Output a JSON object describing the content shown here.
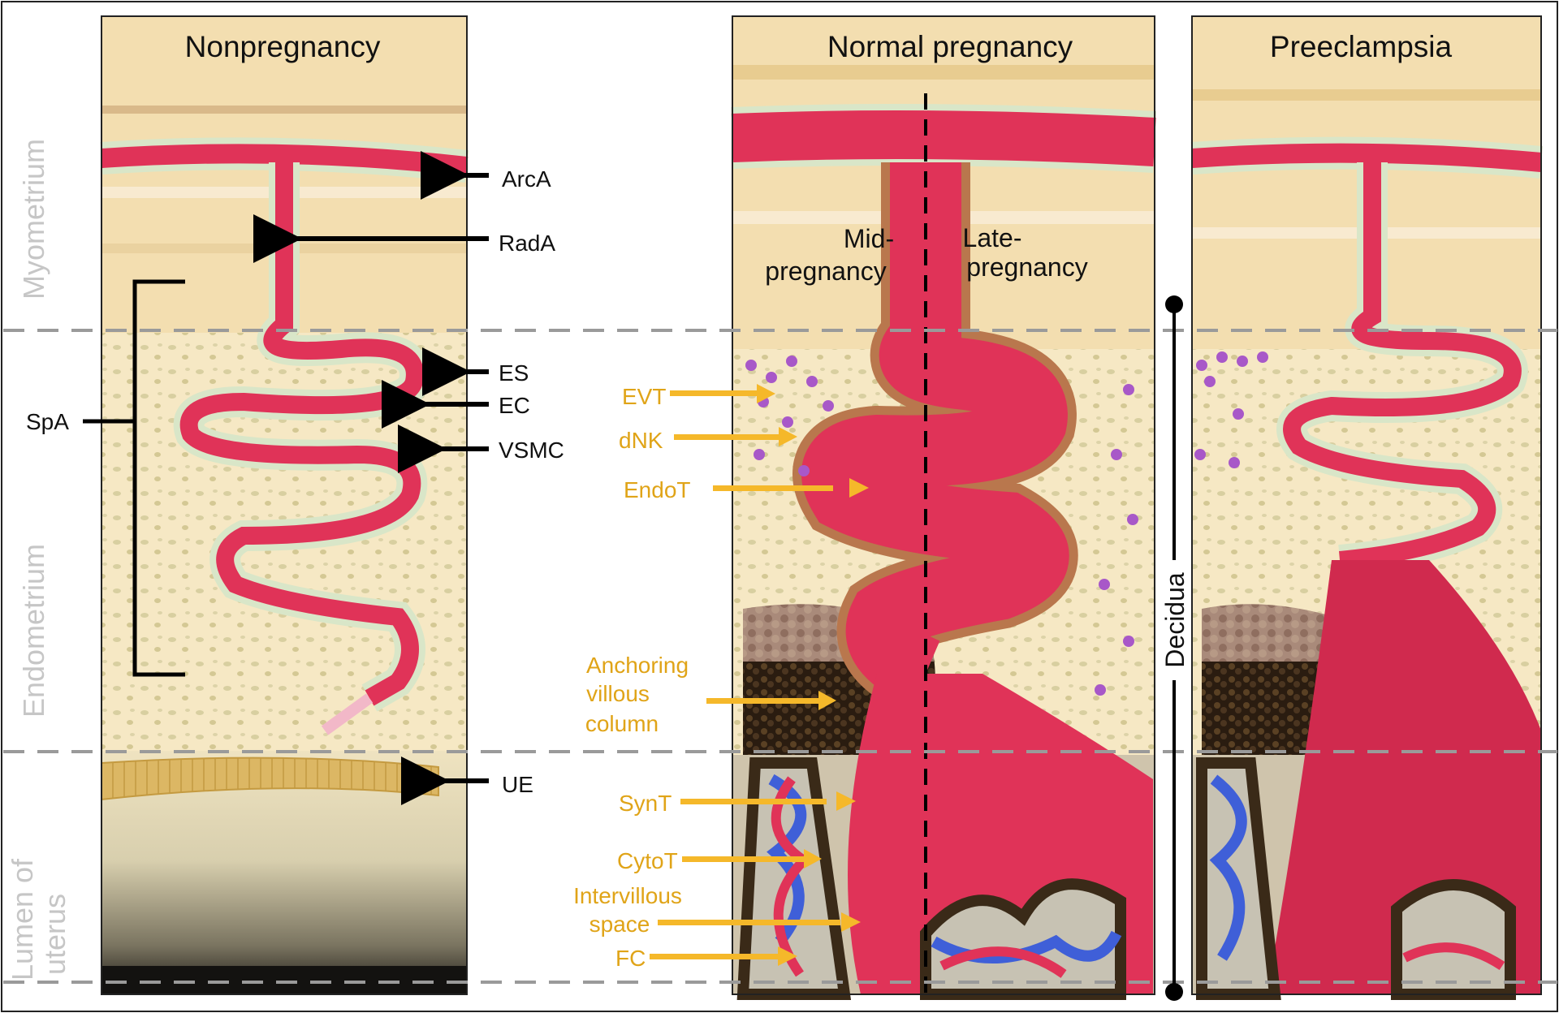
{
  "panels": {
    "nonpregnancy": "Nonpregnancy",
    "normal_pregnancy": "Normal pregnancy",
    "preeclampsia": "Preeclampsia"
  },
  "sub_labels": {
    "mid_line1": "Mid-",
    "mid_line2": "pregnancy",
    "late_line1": "Late-",
    "late_line2": "pregnancy"
  },
  "layers": {
    "myometrium": "Myometrium",
    "endometrium": "Endometrium",
    "lumen_line1": "Lumen of",
    "lumen_line2": "uterus",
    "decidua": "Decidua"
  },
  "left_labels": {
    "arca": "ArcA",
    "rada": "RadA",
    "spa": "SpA",
    "es": "ES",
    "ec": "EC",
    "vsmc": "VSMC",
    "ue": "UE"
  },
  "gold_labels": {
    "evt": "EVT",
    "dnk": "dNK",
    "endot": "EndoT",
    "anchoring_line1": "Anchoring",
    "anchoring_line2": "villous",
    "anchoring_line3": "column",
    "synt": "SynT",
    "cytot": "CytoT",
    "intervillous_line1": "Intervillous",
    "intervillous_line2": "space",
    "fc": "FC"
  },
  "colors": {
    "artery": "#e03358",
    "vessel_wall": "#cfdcc0",
    "arrow_gold": "#f5b82a",
    "myometrium_bg": "#f3deb0",
    "endometrium_bg": "#f5e6c0",
    "villous": "#3a2a18",
    "trophoblast": "#b9774d",
    "blue_vessel": "#3f5fd8",
    "dnk_cell": "#a858c8"
  }
}
